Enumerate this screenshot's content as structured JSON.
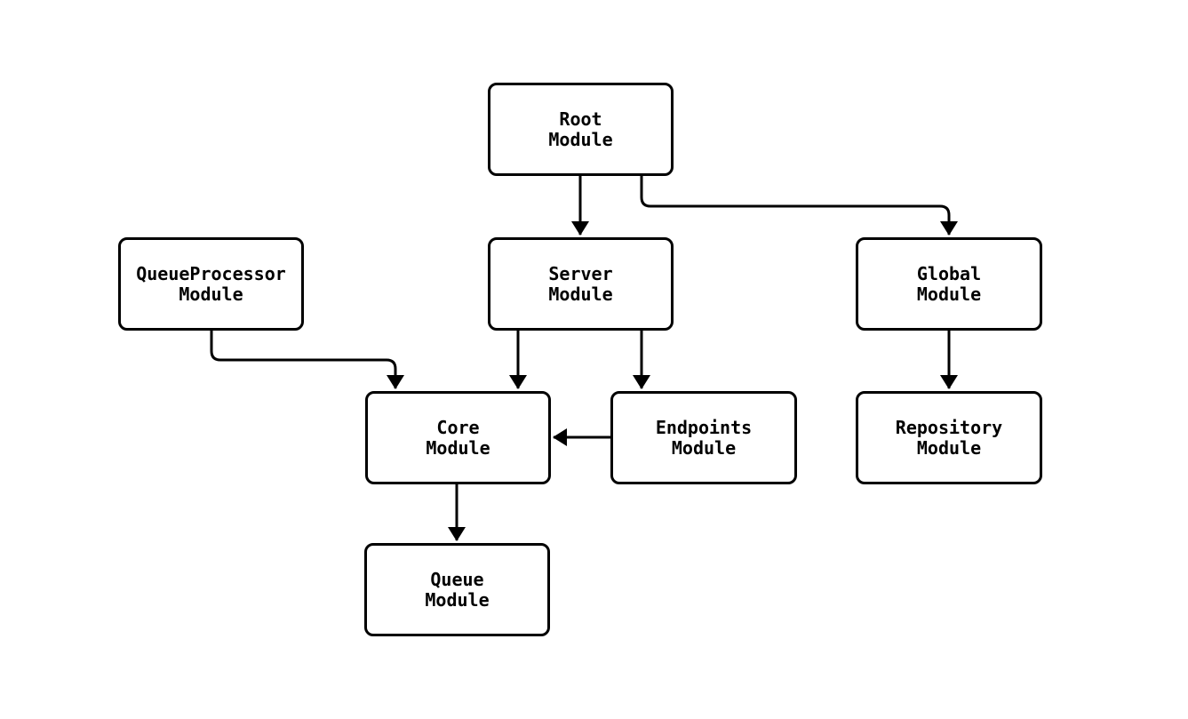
{
  "diagram": {
    "type": "flowchart",
    "orientation": "top-down",
    "colors": {
      "background": "#ffffff",
      "node_fill": "#ffffff",
      "node_border": "#000000",
      "edge": "#000000",
      "text": "#000000"
    },
    "nodes": [
      {
        "id": "root",
        "label": "Root Module",
        "line1": "Root",
        "line2": "Module"
      },
      {
        "id": "queueprocessor",
        "label": "QueueProcessor Module",
        "line1": "QueueProcessor",
        "line2": "Module"
      },
      {
        "id": "server",
        "label": "Server Module",
        "line1": "Server",
        "line2": "Module"
      },
      {
        "id": "global",
        "label": "Global Module",
        "line1": "Global",
        "line2": "Module"
      },
      {
        "id": "core",
        "label": "Core Module",
        "line1": "Core",
        "line2": "Module"
      },
      {
        "id": "endpoints",
        "label": "Endpoints Module",
        "line1": "Endpoints",
        "line2": "Module"
      },
      {
        "id": "repository",
        "label": "Repository Module",
        "line1": "Repository",
        "line2": "Module"
      },
      {
        "id": "queue",
        "label": "Queue Module",
        "line1": "Queue",
        "line2": "Module"
      }
    ],
    "edges": [
      {
        "from": "Root Module",
        "to": "Server Module"
      },
      {
        "from": "Root Module",
        "to": "Global Module"
      },
      {
        "from": "QueueProcessor Module",
        "to": "Core Module"
      },
      {
        "from": "Server Module",
        "to": "Core Module"
      },
      {
        "from": "Server Module",
        "to": "Endpoints Module"
      },
      {
        "from": "Endpoints Module",
        "to": "Core Module"
      },
      {
        "from": "Global Module",
        "to": "Repository Module"
      },
      {
        "from": "Core Module",
        "to": "Queue Module"
      }
    ]
  }
}
